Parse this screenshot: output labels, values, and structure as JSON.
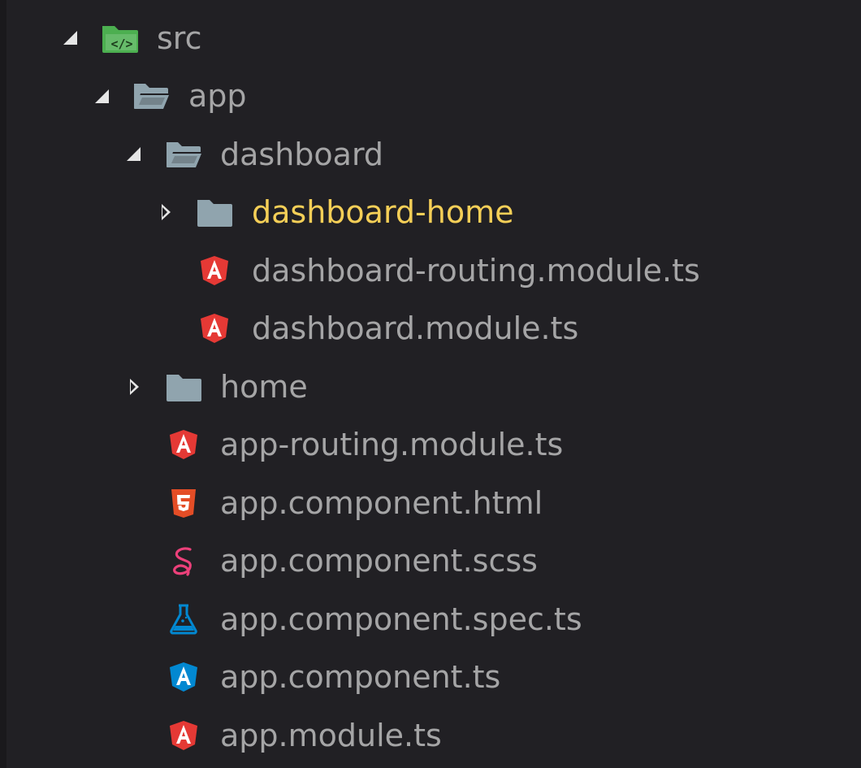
{
  "explorer": {
    "items": [
      {
        "label": "src",
        "depth": 0,
        "kind": "folder-src",
        "expanded": true,
        "twisty": "down",
        "icon": "folder-src-icon",
        "color": "#4caf50"
      },
      {
        "label": "app",
        "depth": 1,
        "kind": "folder",
        "expanded": true,
        "twisty": "down",
        "icon": "folder-open-icon",
        "color": "#90a4ae"
      },
      {
        "label": "dashboard",
        "depth": 2,
        "kind": "folder",
        "expanded": true,
        "twisty": "down",
        "icon": "folder-open-icon",
        "color": "#90a4ae"
      },
      {
        "label": "dashboard-home",
        "depth": 3,
        "kind": "folder",
        "expanded": false,
        "twisty": "right",
        "icon": "folder-icon",
        "color": "#90a4ae",
        "selected": true
      },
      {
        "label": "dashboard-routing.module.ts",
        "depth": 3,
        "kind": "file",
        "twisty": "none",
        "icon": "angular-routing-icon",
        "color": "#e53935"
      },
      {
        "label": "dashboard.module.ts",
        "depth": 3,
        "kind": "file",
        "twisty": "none",
        "icon": "angular-module-icon",
        "color": "#e53935"
      },
      {
        "label": "home",
        "depth": 2,
        "kind": "folder",
        "expanded": false,
        "twisty": "right",
        "icon": "folder-icon",
        "color": "#90a4ae"
      },
      {
        "label": "app-routing.module.ts",
        "depth": 2,
        "kind": "file",
        "twisty": "none",
        "icon": "angular-routing-icon",
        "color": "#e53935"
      },
      {
        "label": "app.component.html",
        "depth": 2,
        "kind": "file",
        "twisty": "none",
        "icon": "html5-icon",
        "color": "#e44d26"
      },
      {
        "label": "app.component.scss",
        "depth": 2,
        "kind": "file",
        "twisty": "none",
        "icon": "sass-icon",
        "color": "#ec407a"
      },
      {
        "label": "app.component.spec.ts",
        "depth": 2,
        "kind": "file",
        "twisty": "none",
        "icon": "test-flask-icon",
        "color": "#0288d1"
      },
      {
        "label": "app.component.ts",
        "depth": 2,
        "kind": "file",
        "twisty": "none",
        "icon": "angular-component-icon",
        "color": "#0288d1"
      },
      {
        "label": "app.module.ts",
        "depth": 2,
        "kind": "file",
        "twisty": "none",
        "icon": "angular-module-icon",
        "color": "#e53935"
      }
    ]
  },
  "colors": {
    "background": "#212024",
    "label": "#a5a5a6",
    "selected_label": "#f5cf57",
    "twisty": "#e6e6e6"
  }
}
